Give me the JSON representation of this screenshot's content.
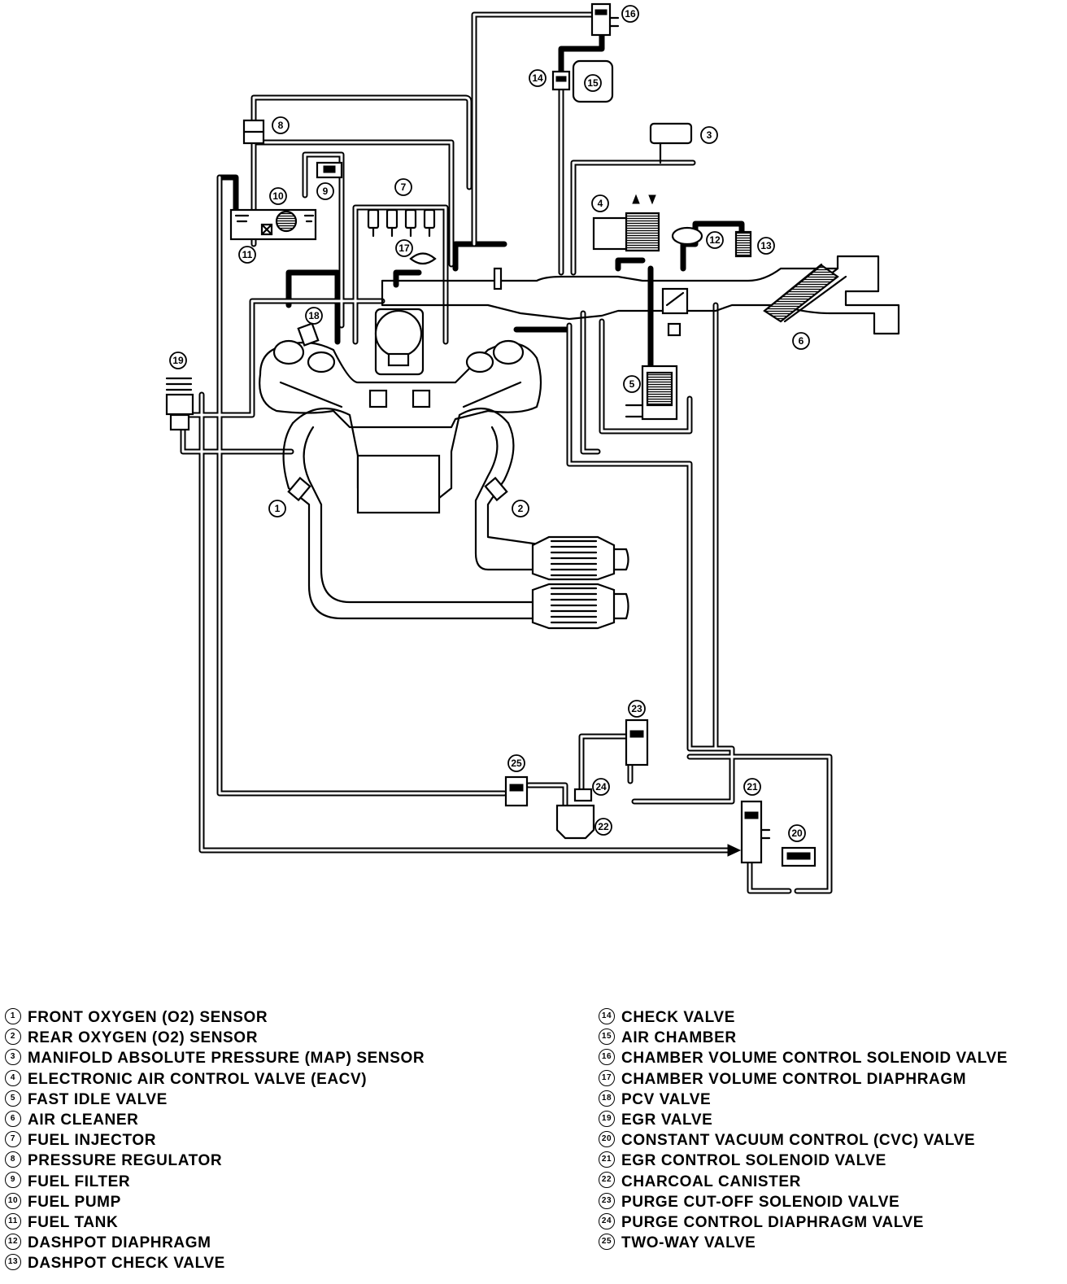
{
  "legend": {
    "left": [
      {
        "num": "1",
        "label": "FRONT OXYGEN (O2) SENSOR"
      },
      {
        "num": "2",
        "label": "REAR OXYGEN (O2) SENSOR"
      },
      {
        "num": "3",
        "label": "MANIFOLD ABSOLUTE PRESSURE (MAP) SENSOR"
      },
      {
        "num": "4",
        "label": "ELECTRONIC AIR CONTROL VALVE (EACV)"
      },
      {
        "num": "5",
        "label": "FAST IDLE VALVE"
      },
      {
        "num": "6",
        "label": "AIR CLEANER"
      },
      {
        "num": "7",
        "label": "FUEL INJECTOR"
      },
      {
        "num": "8",
        "label": "PRESSURE REGULATOR"
      },
      {
        "num": "9",
        "label": "FUEL FILTER"
      },
      {
        "num": "10",
        "label": "FUEL PUMP"
      },
      {
        "num": "11",
        "label": "FUEL TANK"
      },
      {
        "num": "12",
        "label": "DASHPOT DIAPHRAGM"
      },
      {
        "num": "13",
        "label": "DASHPOT CHECK VALVE"
      }
    ],
    "right": [
      {
        "num": "14",
        "label": "CHECK VALVE"
      },
      {
        "num": "15",
        "label": "AIR CHAMBER"
      },
      {
        "num": "16",
        "label": "CHAMBER VOLUME CONTROL SOLENOID VALVE"
      },
      {
        "num": "17",
        "label": "CHAMBER VOLUME CONTROL DIAPHRAGM"
      },
      {
        "num": "18",
        "label": "PCV VALVE"
      },
      {
        "num": "19",
        "label": "EGR VALVE"
      },
      {
        "num": "20",
        "label": "CONSTANT VACUUM CONTROL (CVC) VALVE"
      },
      {
        "num": "21",
        "label": "EGR CONTROL SOLENOID VALVE"
      },
      {
        "num": "22",
        "label": "CHARCOAL CANISTER"
      },
      {
        "num": "23",
        "label": "PURGE CUT-OFF SOLENOID VALVE"
      },
      {
        "num": "24",
        "label": "PURGE CONTROL DIAPHRAGM VALVE"
      },
      {
        "num": "25",
        "label": "TWO-WAY VALVE"
      }
    ]
  },
  "callouts": [
    "1",
    "2",
    "3",
    "4",
    "5",
    "6",
    "7",
    "8",
    "9",
    "10",
    "11",
    "12",
    "13",
    "14",
    "15",
    "16",
    "17",
    "18",
    "19",
    "20",
    "21",
    "22",
    "23",
    "24",
    "25"
  ]
}
